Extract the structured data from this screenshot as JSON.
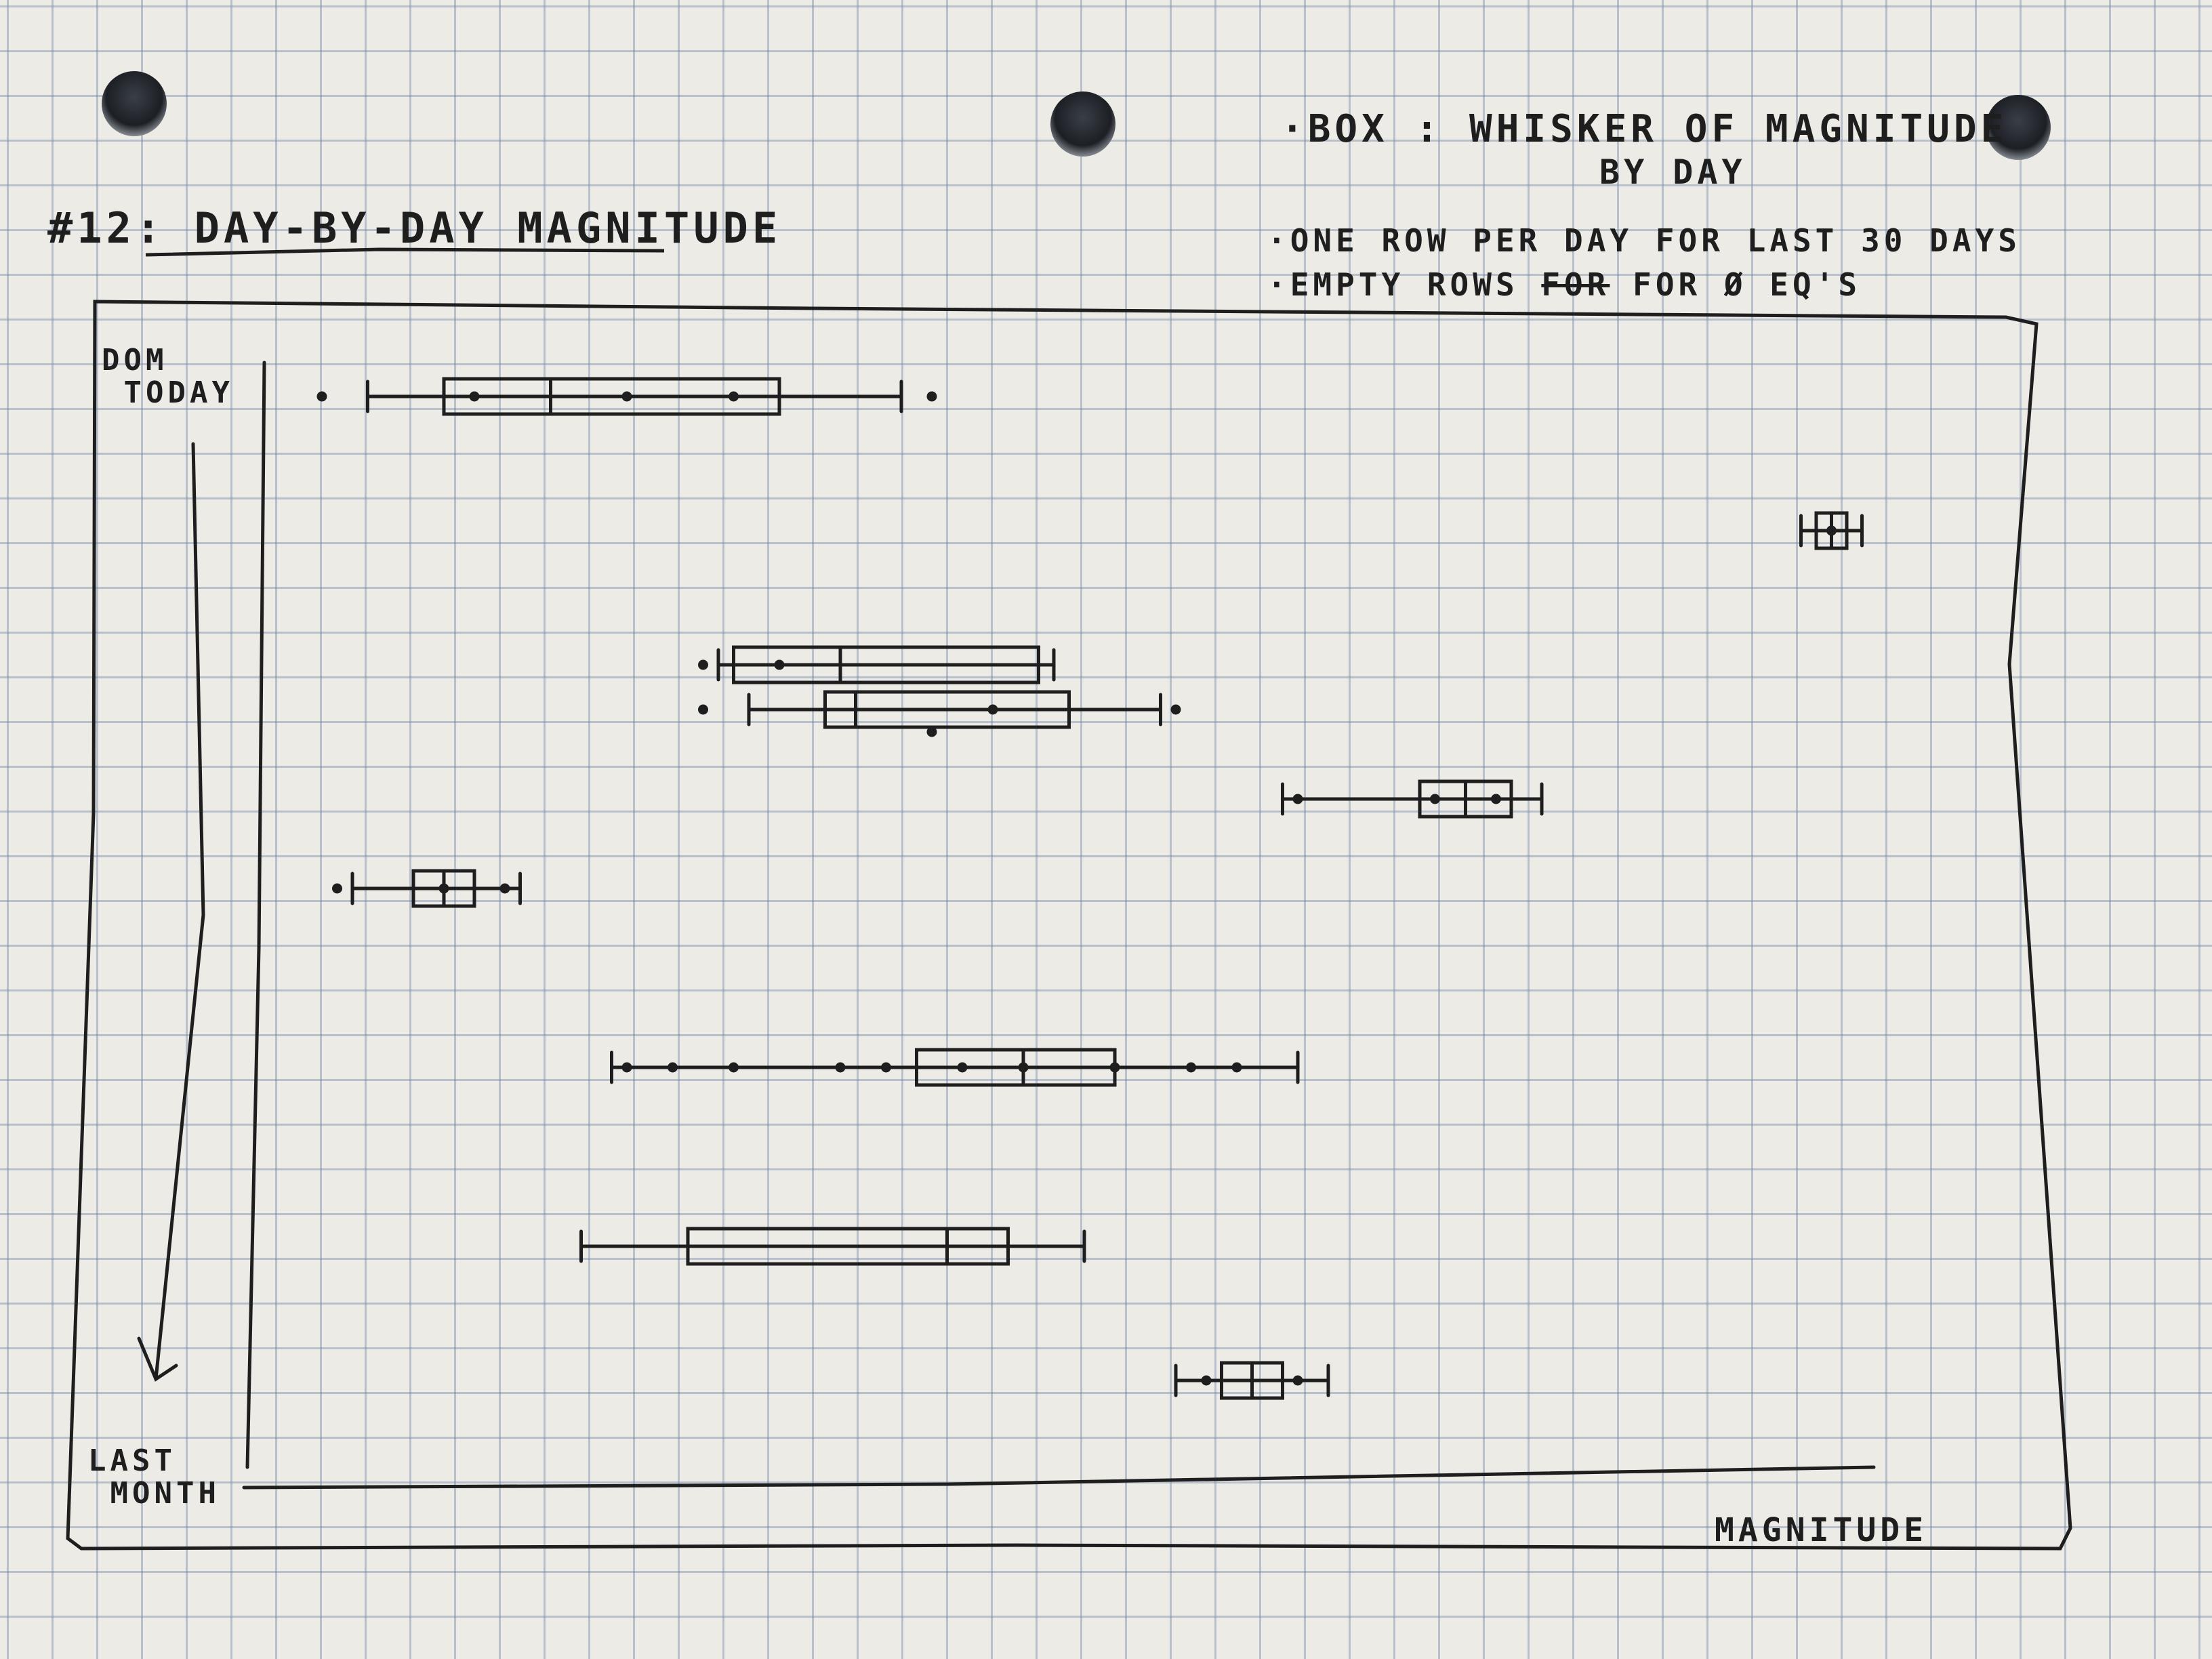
{
  "title": "#12: DAY-BY-DAY MAGNITUDE",
  "notes": {
    "line1": "·BOX : WHISKER OF MAGNITUDE",
    "line1_cont": "BY DAY",
    "line2": "·ONE ROW PER DAY FOR LAST 30 DAYS",
    "line3_a": "·EMPTY ROWS",
    "line3_struck": "FOR",
    "line3_b": "FOR Ø EQ'S"
  },
  "axis": {
    "y_top_label": "DOM\n TODAY",
    "y_bottom_label": "LAST\n MONTH",
    "x_label": "MAGNITUDE"
  },
  "colors": {
    "paper": "#ecebe6",
    "grid": "#8c9aae",
    "ink": "#1e1e1e"
  },
  "sketch": {
    "description_rows_note": "hand-drawn box-and-whisker rows, one per day",
    "rows": [
      {
        "day_index": 0,
        "whisker": [
          0.5,
          4.0
        ],
        "box": [
          1.0,
          3.2
        ],
        "median": 1.7,
        "points": [
          0.2,
          1.2,
          2.2,
          2.9,
          4.2
        ]
      },
      {
        "day_index": 3,
        "whisker": [
          9.9,
          10.3
        ],
        "box": [
          10.0,
          10.2
        ],
        "median": 10.1,
        "points": [
          10.1
        ]
      },
      {
        "day_index": 6,
        "whisker": [
          2.8,
          5.0
        ],
        "box": [
          2.9,
          4.9
        ],
        "median": 3.6,
        "points": [
          2.7,
          3.2
        ]
      },
      {
        "day_index": 7,
        "whisker": [
          3.0,
          5.7
        ],
        "box": [
          3.5,
          5.1
        ],
        "median": 3.7,
        "points": [
          2.7,
          4.6,
          5.8
        ]
      },
      {
        "day_index": 7.5,
        "whisker": [
          null,
          null
        ],
        "box": [
          null,
          null
        ],
        "median": null,
        "points": [
          4.2
        ]
      },
      {
        "day_index": 9,
        "whisker": [
          6.5,
          8.2
        ],
        "box": [
          7.4,
          8.0
        ],
        "median": 7.7,
        "points": [
          6.6,
          7.5,
          7.9
        ]
      },
      {
        "day_index": 11,
        "whisker": [
          0.4,
          1.5
        ],
        "box": [
          0.8,
          1.2
        ],
        "median": 1.0,
        "points": [
          0.3,
          1.0,
          1.4
        ]
      },
      {
        "day_index": 15,
        "whisker": [
          2.1,
          6.6
        ],
        "box": [
          4.1,
          5.4
        ],
        "median": 4.8,
        "points": [
          2.2,
          2.5,
          2.9,
          3.6,
          3.9,
          4.4,
          4.8,
          5.4,
          5.9,
          6.2
        ]
      },
      {
        "day_index": 19,
        "whisker": [
          1.9,
          5.2
        ],
        "box": [
          2.6,
          4.7
        ],
        "median": 4.3,
        "points": []
      },
      {
        "day_index": 22,
        "whisker": [
          5.8,
          6.8
        ],
        "box": [
          6.1,
          6.5
        ],
        "median": 6.3,
        "points": [
          6.0,
          6.6
        ]
      }
    ]
  }
}
